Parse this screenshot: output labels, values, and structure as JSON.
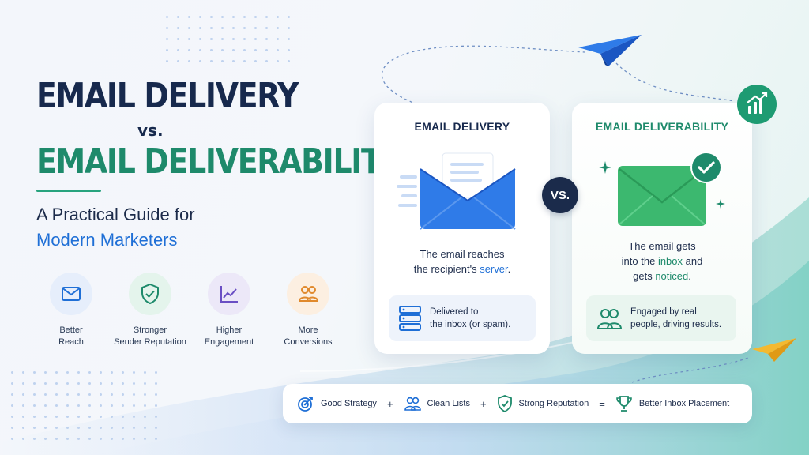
{
  "hero": {
    "title_line1": "EMAIL DELIVERY",
    "vs_small": "vs.",
    "title_line2": "EMAIL DELIVERABILITY",
    "subtitle_line1": "A Practical Guide for",
    "subtitle_line2": "Modern Marketers"
  },
  "benefits": [
    {
      "line1": "Better",
      "line2": "Reach",
      "icon": "mail-icon",
      "color": "#1f6fd6",
      "bg": "#e6eefb"
    },
    {
      "line1": "Stronger",
      "line2": "Sender Reputation",
      "icon": "shield-check-icon",
      "color": "#1e8a6b",
      "bg": "#e4f4ec"
    },
    {
      "line1": "Higher",
      "line2": "Engagement",
      "icon": "trend-line-icon",
      "color": "#6a4fc4",
      "bg": "#ece8f8"
    },
    {
      "line1": "More",
      "line2": "Conversions",
      "icon": "people-icon",
      "color": "#e0892c",
      "bg": "#fcefe1"
    }
  ],
  "cards": {
    "delivery": {
      "title": "EMAIL DELIVERY",
      "desc_line1": "The email reaches",
      "desc_line2_pre": "the recipient's ",
      "desc_line2_hl": "server",
      "desc_line2_post": ".",
      "foot_line1": "Delivered to",
      "foot_line2": "the inbox (or spam).",
      "icon": "server-icon",
      "accent": "#1f6fd6"
    },
    "vs": "VS.",
    "deliverability": {
      "title": "EMAIL DELIVERABILITY",
      "desc_line1": "The email gets",
      "desc_line2_pre": "into the ",
      "desc_line2_hl": "inbox",
      "desc_line2_post": " and",
      "desc_line3_pre": "gets ",
      "desc_line3_hl": "noticed",
      "desc_line3_post": ".",
      "foot_line1": "Engaged by real",
      "foot_line2": "people, driving results.",
      "icon": "people-icon",
      "accent": "#1e8a6b"
    }
  },
  "formula": {
    "items": [
      "Good Strategy",
      "Clean Lists",
      "Strong Reputation",
      "Better Inbox Placement"
    ],
    "ops": [
      "+",
      "+",
      "="
    ]
  }
}
